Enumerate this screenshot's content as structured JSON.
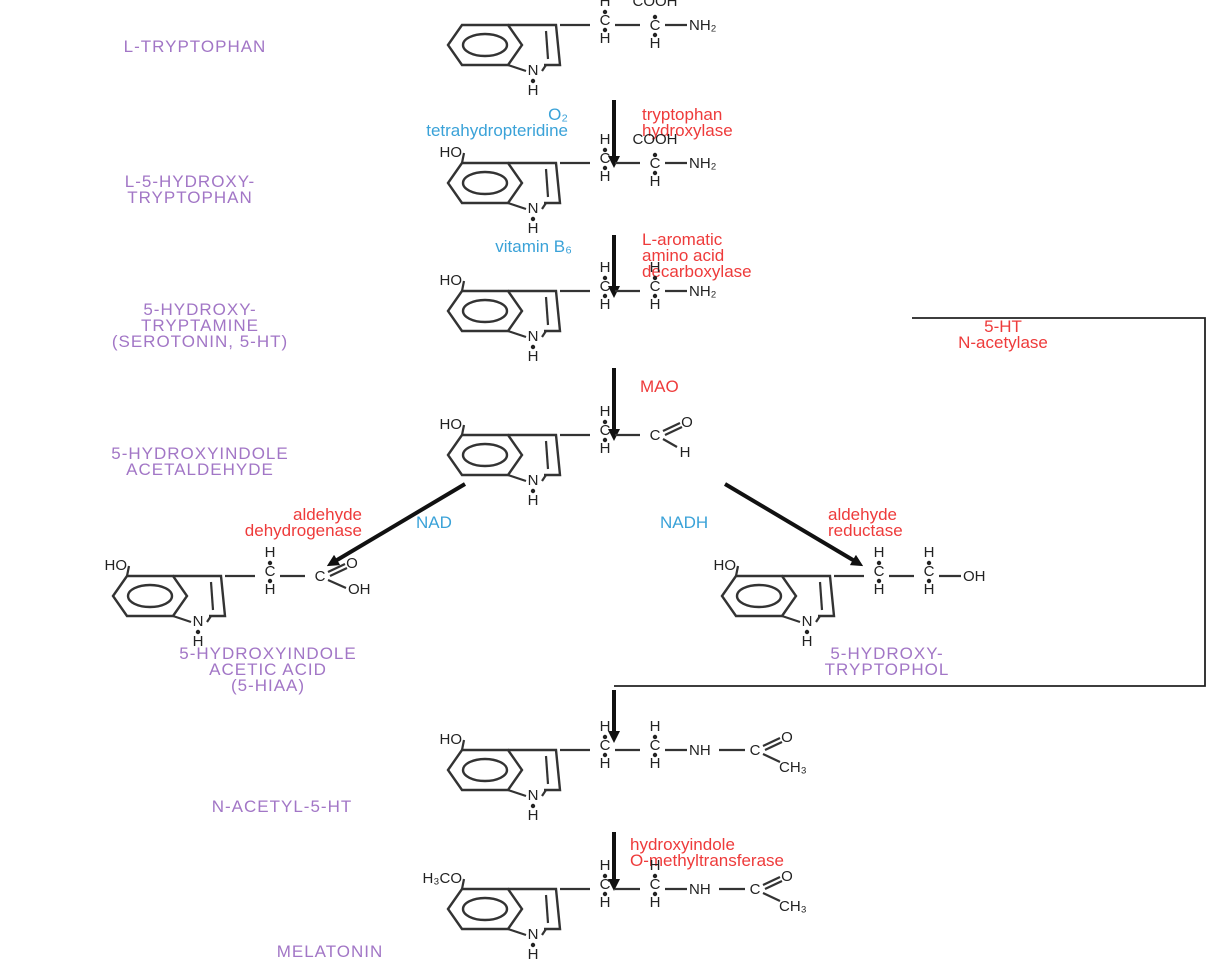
{
  "compounds": [
    {
      "name_lines": [
        "L-TRYPTOPHAN"
      ],
      "ring_substituent": "",
      "sidechain": "tryptophan"
    },
    {
      "name_lines": [
        "L-5-HYDROXY-",
        "TRYPTOPHAN"
      ],
      "ring_substituent": "HO",
      "sidechain": "tryptophan"
    },
    {
      "name_lines": [
        "5-HYDROXY-",
        "TRYPTAMINE",
        "(SEROTONIN, 5-HT)"
      ],
      "ring_substituent": "HO",
      "sidechain": "tryptamine"
    },
    {
      "name_lines": [
        "5-HYDROXYINDOLE",
        "ACETALDEHYDE"
      ],
      "ring_substituent": "HO",
      "sidechain": "aldehyde"
    },
    {
      "name_lines": [
        "5-HYDROXYINDOLE",
        "ACETIC ACID",
        "(5-HIAA)"
      ],
      "ring_substituent": "HO",
      "sidechain": "acid"
    },
    {
      "name_lines": [
        "5-HYDROXY-",
        "TRYPTOPHOL"
      ],
      "ring_substituent": "HO",
      "sidechain": "alcohol"
    },
    {
      "name_lines": [
        "N-ACETYL-5-HT"
      ],
      "ring_substituent": "HO",
      "sidechain": "acetyl"
    },
    {
      "name_lines": [
        "MELATONIN"
      ],
      "ring_substituent": "H3CO",
      "sidechain": "acetyl"
    }
  ],
  "enzymes": [
    {
      "lines": [
        "tryptophan",
        "hydroxylase"
      ]
    },
    {
      "lines": [
        "L-aromatic",
        "amino acid",
        "decarboxylase"
      ]
    },
    {
      "lines": [
        "5-HT",
        "N-acetylase"
      ]
    },
    {
      "lines": [
        "MAO"
      ]
    },
    {
      "lines": [
        "aldehyde",
        "dehydrogenase"
      ]
    },
    {
      "lines": [
        "aldehyde",
        "reductase"
      ]
    },
    {
      "lines": [
        "hydroxyindole",
        "O-methyltransferase"
      ]
    }
  ],
  "cofactors": [
    {
      "lines": [
        "O2",
        "tetrahydropteridine"
      ]
    },
    {
      "lines": [
        "vitamin B6"
      ]
    },
    {
      "lines": [
        "NAD"
      ]
    },
    {
      "lines": [
        "NADH"
      ]
    }
  ],
  "atoms": {
    "cooh": "COOH",
    "nh2": "NH2",
    "h": "H",
    "c": "C",
    "n": "N",
    "o": "O",
    "oh": "OH",
    "nh": "NH",
    "ch3": "CH3"
  },
  "colors": {
    "compound": "#a276c6",
    "enzyme": "#ee3b3b",
    "cofactor": "#3aa2d8",
    "structure": "#333333"
  }
}
